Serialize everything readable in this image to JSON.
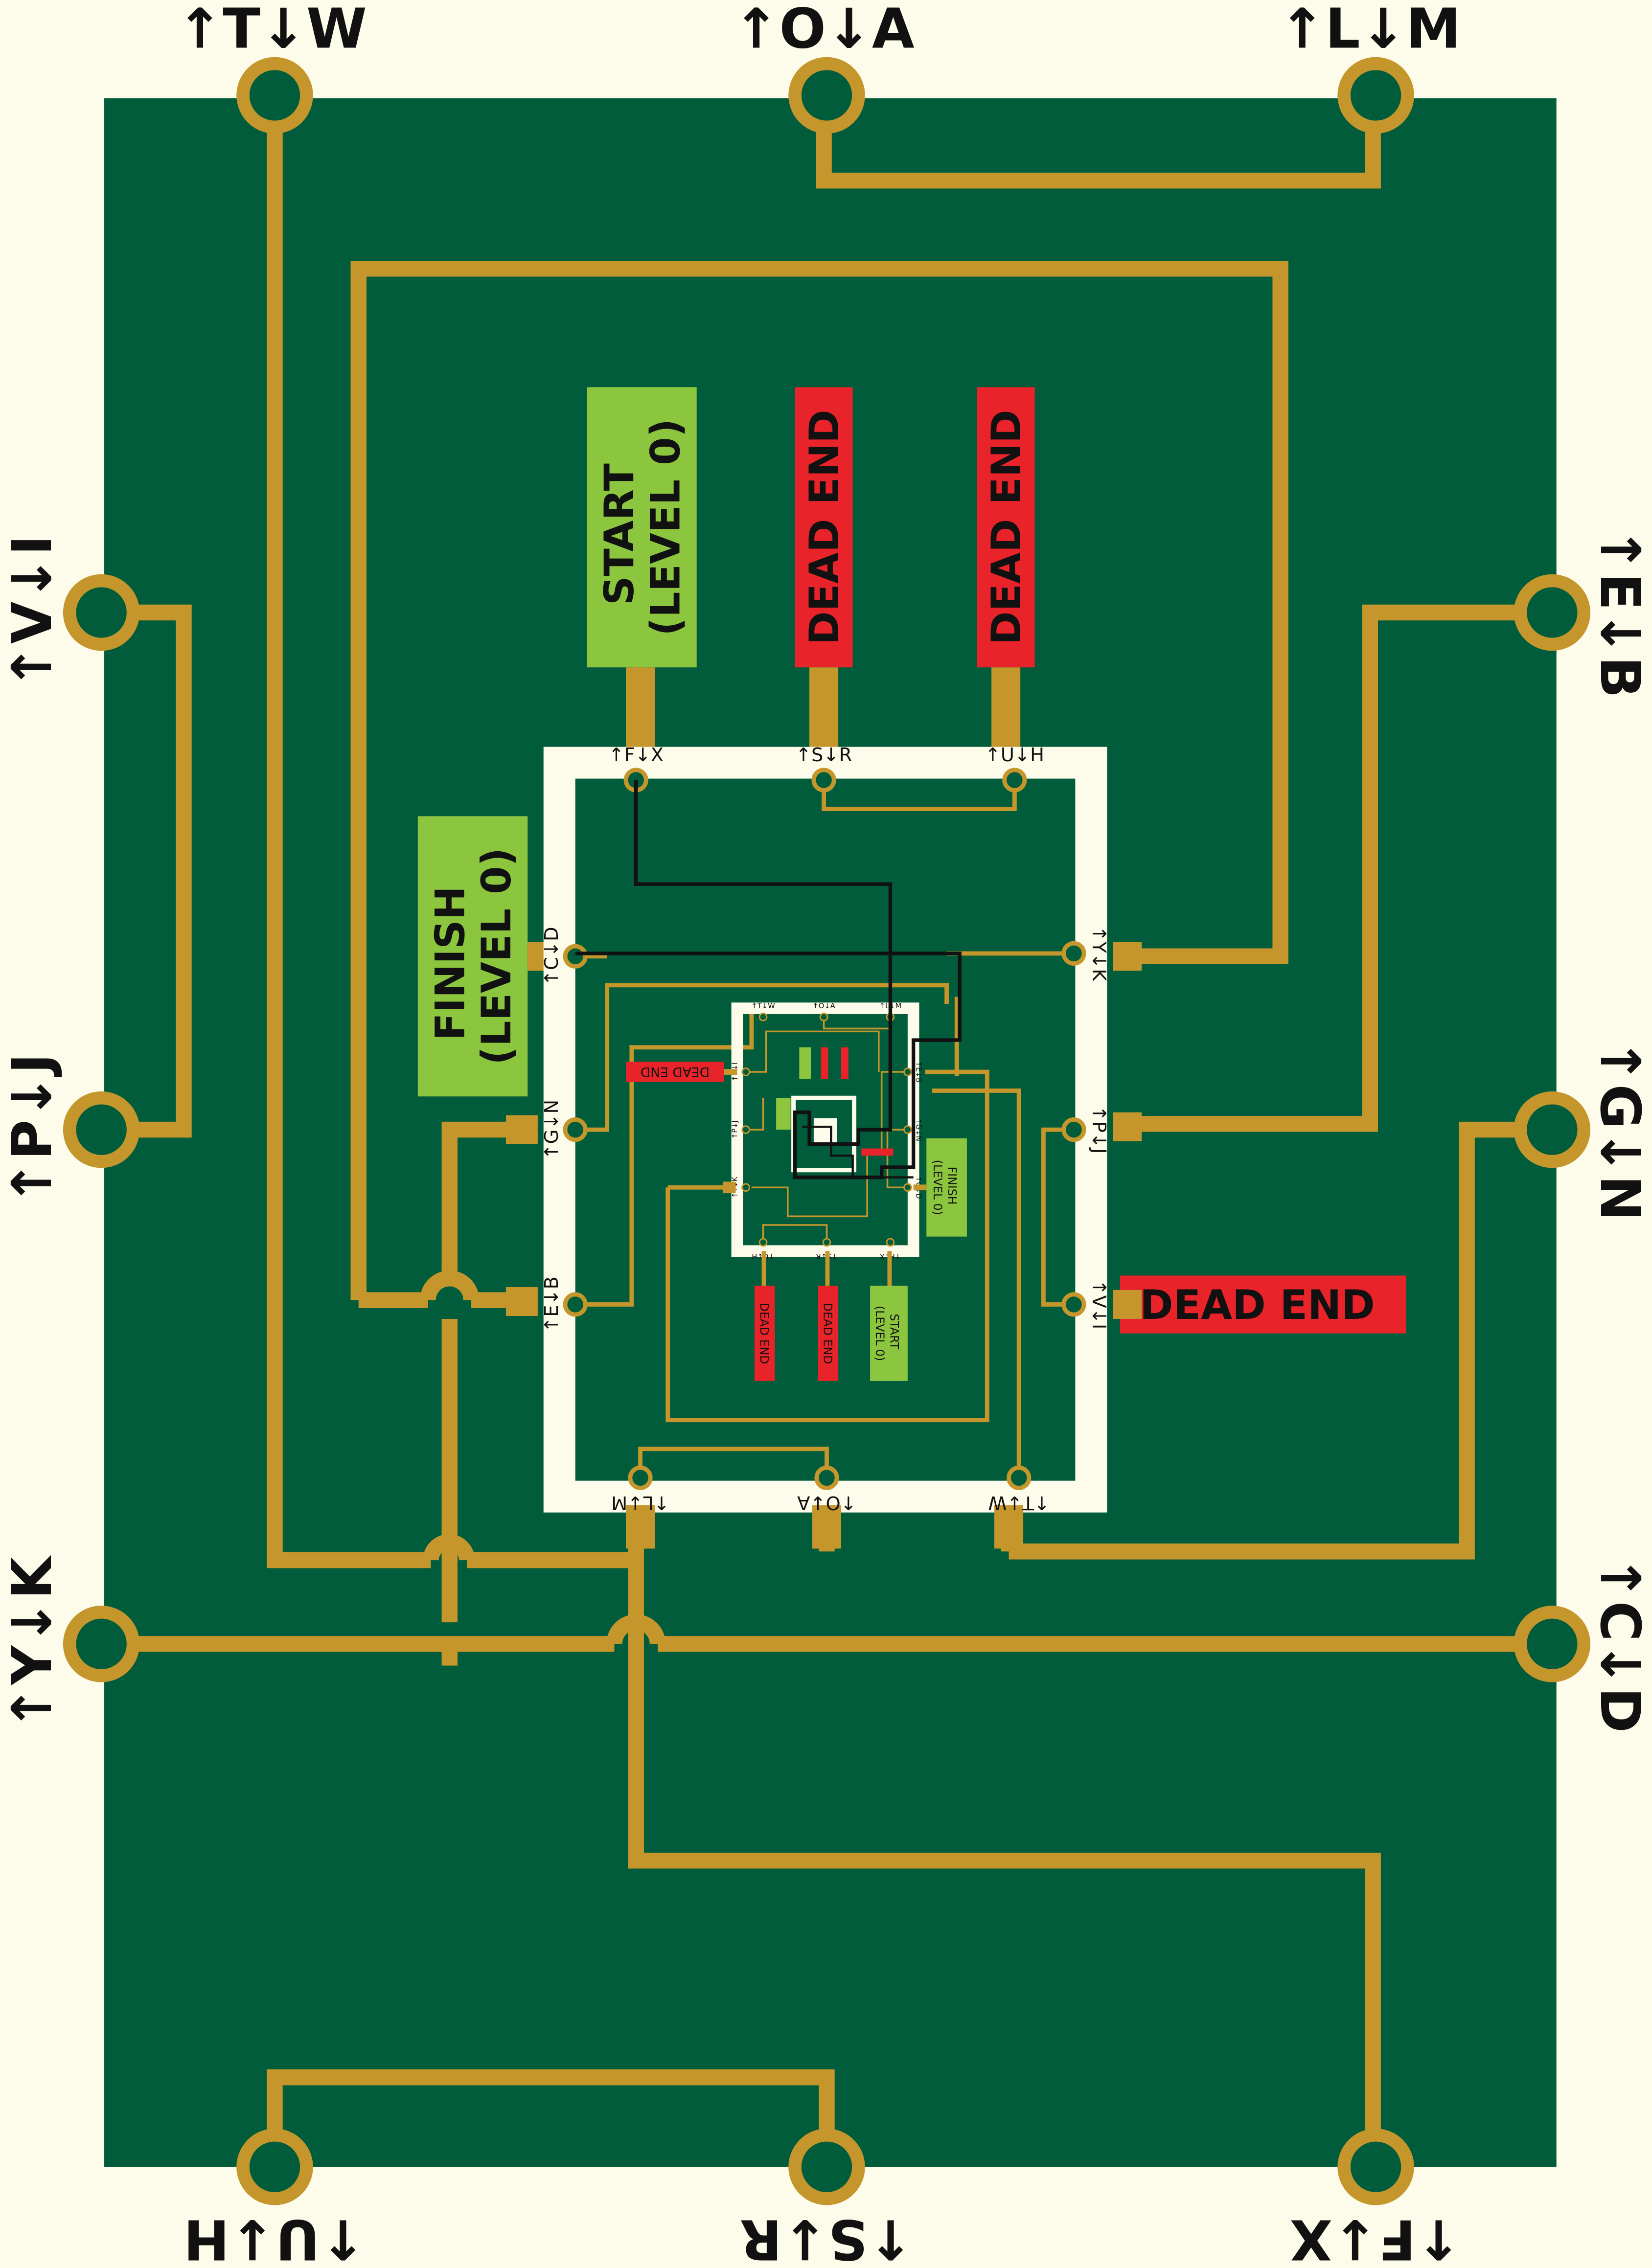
{
  "colors": {
    "background": "#fdfcea",
    "board": "#005c3b",
    "trace": "#c5962b",
    "frame": "#fdfcea",
    "start_finish": "#8cc63f",
    "dead_end": "#e8232a",
    "wire": "#111111"
  },
  "outer_ports": {
    "top": [
      "↑T↓W",
      "↑O↓A",
      "↑L↓M"
    ],
    "bottom": [
      "↑U↓H",
      "↑S↓R",
      "↑F↓X"
    ],
    "left": [
      "↑V↓I",
      "↑P↓J",
      "↑Y↓K"
    ],
    "right": [
      "↑E↓B",
      "↑G↓N",
      "↑C↓D"
    ]
  },
  "inner_ports": {
    "top": [
      "↑F↓X",
      "↑S↓R",
      "↑U↓H"
    ],
    "bottom": [
      "↑L↓M",
      "↑O↓A",
      "↑T↓W"
    ],
    "left": [
      "↑C↓D",
      "↑G↓N",
      "↑E↓B"
    ],
    "right": [
      "↑Y↓K",
      "↑P↓J",
      "↑V↓I"
    ]
  },
  "blocks": {
    "start": [
      "START",
      "(LEVEL 0)"
    ],
    "finish": [
      "FINISH",
      "(LEVEL 0)"
    ],
    "dead_end": "DEAD END"
  }
}
